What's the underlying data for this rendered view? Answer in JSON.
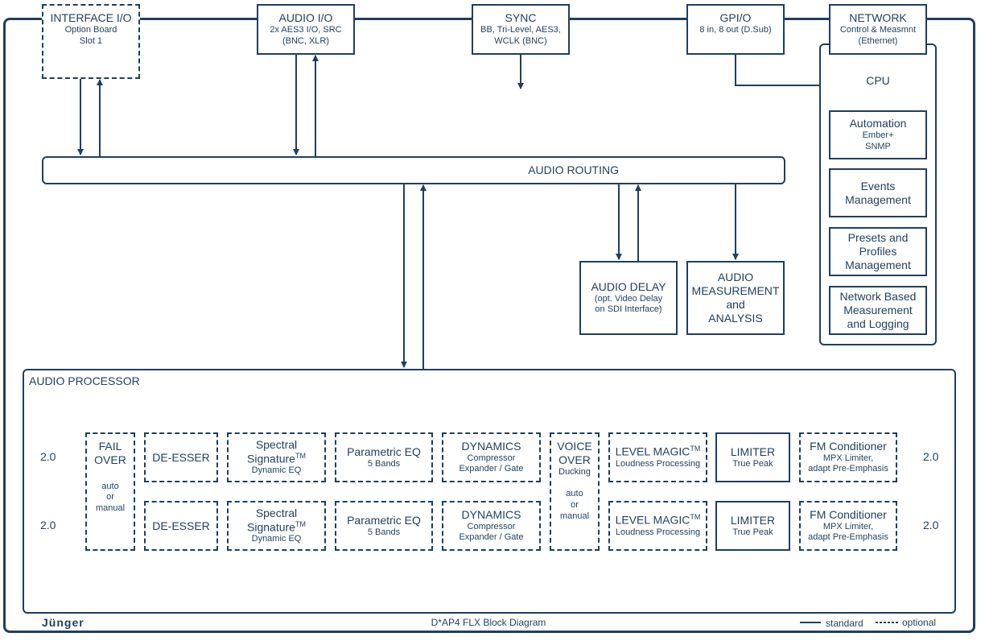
{
  "io": {
    "interface": {
      "title": "INTERFACE I/O",
      "sub1": "Option Board",
      "sub2": "Slot 1"
    },
    "audio": {
      "title": "AUDIO I/O",
      "sub1": "2x AES3 I/O, SRC",
      "sub2": "(BNC, XLR)"
    },
    "sync": {
      "title": "SYNC",
      "sub1": "BB, Tri-Level, AES3,",
      "sub2": "WCLK (BNC)"
    },
    "gpio": {
      "title": "GPI/O",
      "sub1": "8 in, 8 out (D.Sub)"
    },
    "network": {
      "title": "NETWORK",
      "sub1": "Control & Measmnt",
      "sub2": "(Ethernet)"
    }
  },
  "cpu": {
    "label": "CPU",
    "automation": {
      "title": "Automation",
      "sub1": "Ember+",
      "sub2": "SNMP"
    },
    "events": {
      "l1": "Events",
      "l2": "Management"
    },
    "presets": {
      "l1": "Presets and",
      "l2": "Profiles",
      "l3": "Management"
    },
    "network_meas": {
      "l1": "Network Based",
      "l2": "Measurement",
      "l3": "and Logging"
    }
  },
  "routing": {
    "label": "AUDIO ROUTING"
  },
  "delay": {
    "title": "AUDIO DELAY",
    "sub1": "(opt. Video Delay",
    "sub2": "on SDI Interface)"
  },
  "measurement": {
    "l1": "AUDIO",
    "l2": "MEASUREMENT",
    "l3": "and",
    "l4": "ANALYSIS"
  },
  "processor": {
    "label": "AUDIO PROCESSOR",
    "input_label": "2.0",
    "output_label": "2.0",
    "failover": {
      "l1": "FAIL",
      "l2": "OVER",
      "n1": "auto",
      "n2": "or",
      "n3": "manual"
    },
    "voiceover": {
      "l1": "VOICE",
      "l2": "OVER",
      "sub": "Ducking",
      "n1": "auto",
      "n2": "or",
      "n3": "manual"
    },
    "deesser": "DE-ESSER",
    "spectral": {
      "l1": "Spectral",
      "l2": "Signature",
      "tm": "TM",
      "sub": "Dynamic EQ"
    },
    "peq": {
      "title": "Parametric EQ",
      "sub": "5 Bands"
    },
    "dynamics": {
      "title": "DYNAMICS",
      "sub1": "Compressor",
      "sub2": "Expander / Gate"
    },
    "levelmagic": {
      "title": "LEVEL MAGIC",
      "tm": "TM",
      "sub": "Loudness Processing"
    },
    "limiter": {
      "title": "LIMITER",
      "sub": "True Peak"
    },
    "fm": {
      "title": "FM Conditioner",
      "sub1": "MPX Limiter,",
      "sub2": "adapt Pre-Emphasis"
    }
  },
  "footer": {
    "brand": "Jünger",
    "caption": "D*AP4 FLX Block Diagram",
    "legend_standard": "standard",
    "legend_optional": "optional"
  }
}
